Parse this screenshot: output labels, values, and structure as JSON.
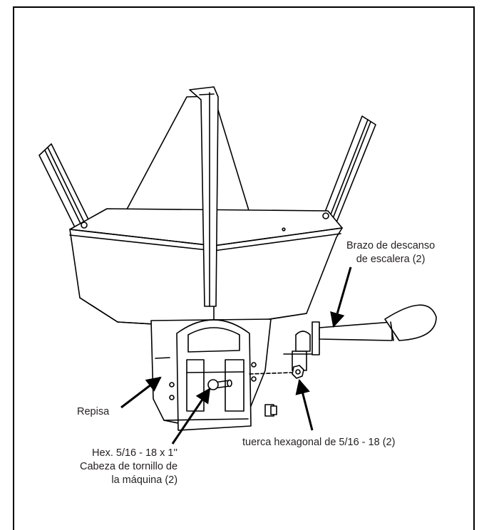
{
  "labels": {
    "arm": [
      "Brazo de descanso",
      "de escalera (2)"
    ],
    "shelf": "Repisa",
    "bolt": [
      "Hex. 5/16 - 18 x 1''",
      "Cabeza de tornillo de",
      "la máquina (2)"
    ],
    "nut": "tuerca hexagonal de 5/16 - 18 (2)"
  },
  "colors": {
    "line": "#000000",
    "text": "#231f20",
    "background": "#ffffff"
  }
}
